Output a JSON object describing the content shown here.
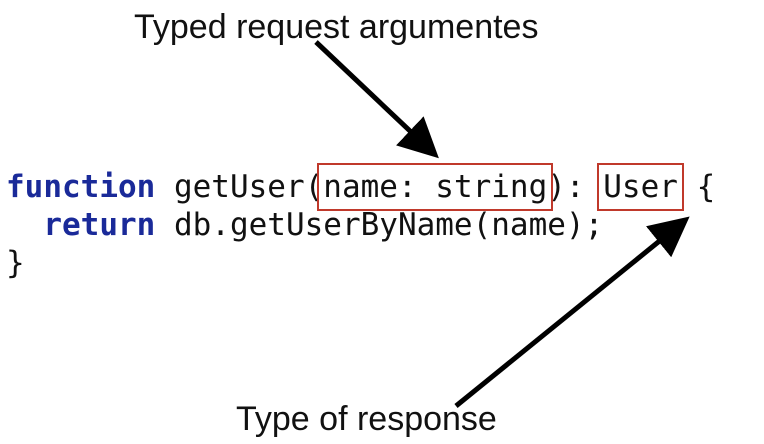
{
  "annotations": {
    "top": "Typed request argumentes",
    "bottom": "Type of response"
  },
  "code": {
    "line1": {
      "keyword": "function",
      "name_open": " getUser(",
      "argument": "name: string",
      "separator": "): ",
      "return_type": "User",
      "brace": " {"
    },
    "line2": {
      "indent": "  ",
      "keyword": "return",
      "body": " db.getUserByName(name);"
    },
    "line3": {
      "brace": "}"
    }
  },
  "colors": {
    "keyword": "#1a2a99",
    "highlight_box": "#c0392b",
    "text": "#111111"
  }
}
